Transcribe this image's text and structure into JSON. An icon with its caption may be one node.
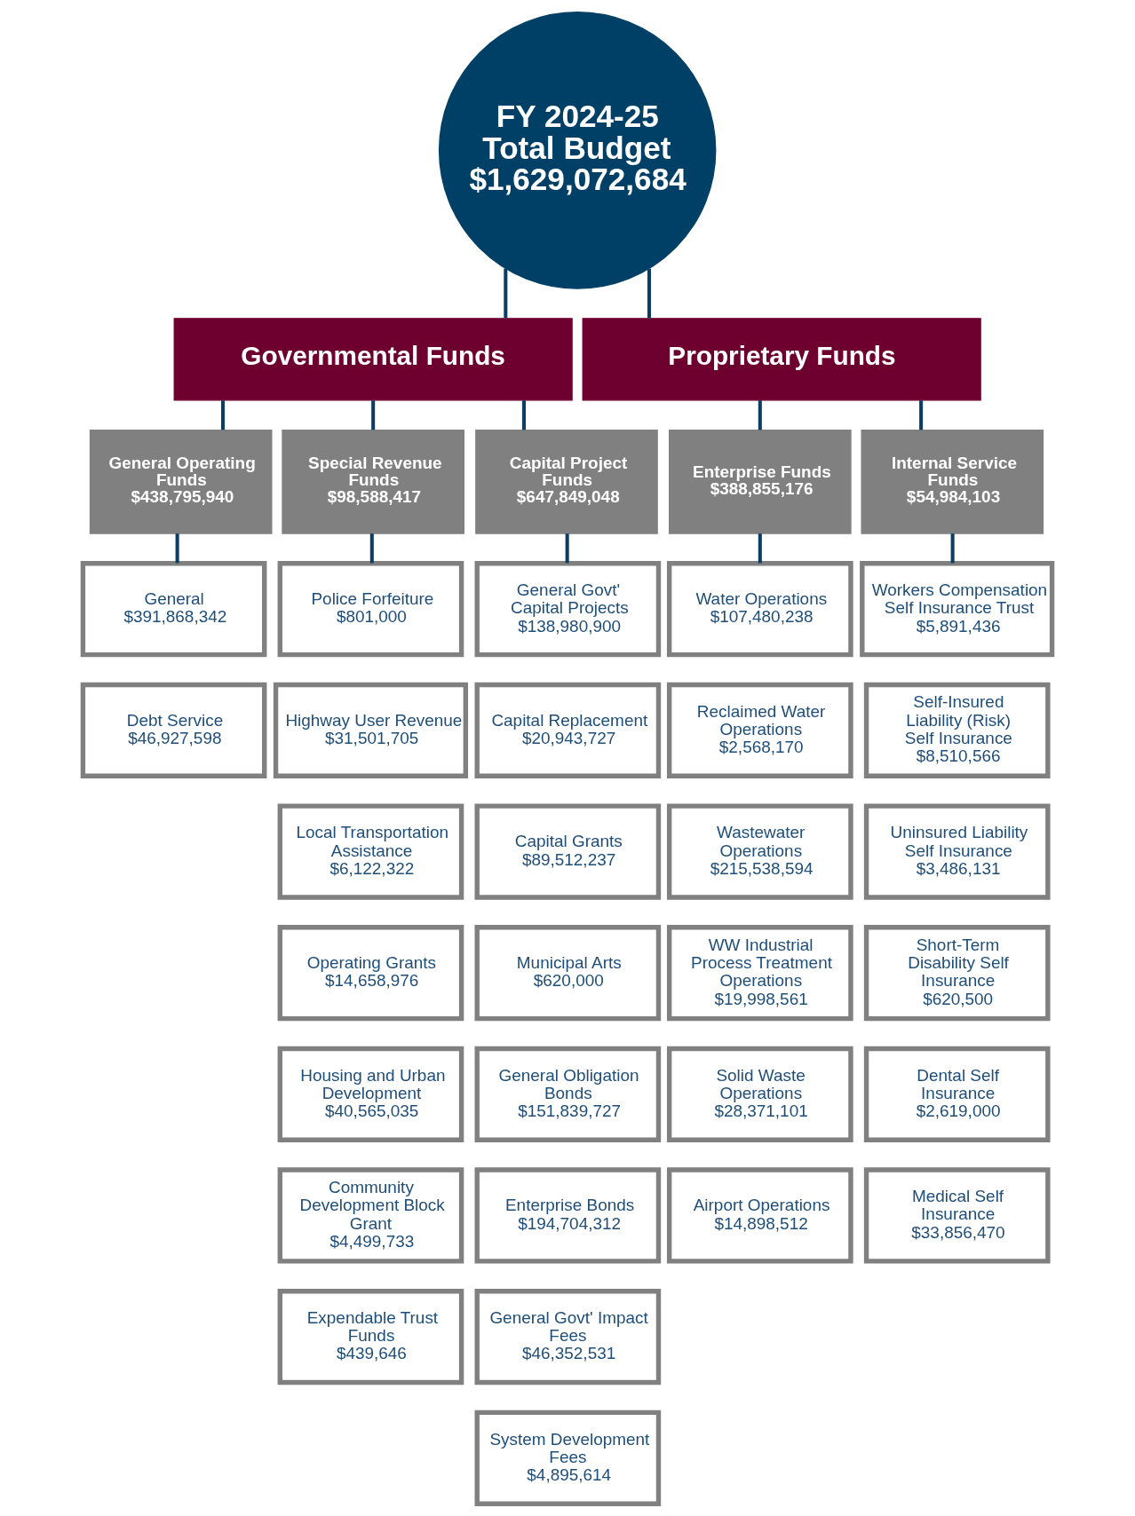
{
  "diagram": {
    "nodes": [
      {
        "text": [
          "FY 2024-25 Total Budget",
          "$1,629,072,684"
        ]
      },
      {
        "text": [
          "Governmental Funds"
        ]
      },
      {
        "text": [
          "Proprietary Funds"
        ]
      },
      {
        "text": [
          "General Operating Funds",
          "$438,795,940"
        ]
      },
      {
        "text": [
          "Special Revenue Funds",
          "$98,588,417"
        ]
      },
      {
        "text": [
          "Capital Project Funds",
          "$647,849,048"
        ]
      },
      {
        "text": [
          "Enterprise Funds",
          "$388,855,176"
        ]
      },
      {
        "text": [
          "Internal Service Funds",
          "$54,984,103"
        ]
      },
      {
        "text": [
          "General",
          "$391,868,342"
        ]
      },
      {
        "text": [
          "Debt Service",
          "$46,927,598"
        ]
      },
      {
        "text": [
          "Police Forfeiture",
          "$801,000"
        ]
      },
      {
        "text": [
          "Highway User Revenue",
          "$31,501,705"
        ]
      },
      {
        "text": [
          "Local Transportation Assistance",
          "$6,122,322"
        ]
      },
      {
        "text": [
          "Operating Grants",
          "$14,658,976"
        ]
      },
      {
        "text": [
          "Housing and Urban Development",
          "$40,565,035"
        ]
      },
      {
        "text": [
          "Community Development Block Grant",
          "$4,499,733"
        ]
      },
      {
        "text": [
          "Expendable Trust Funds",
          "$439,646"
        ]
      },
      {
        "text": [
          "General Govt' Capital Projects",
          "$138,980,900"
        ]
      },
      {
        "text": [
          "Capital Replacement",
          "$20,943,727"
        ]
      },
      {
        "text": [
          "Capital Grants",
          "$89,512,237"
        ]
      },
      {
        "text": [
          "Municipal Arts",
          "$620,000"
        ]
      },
      {
        "text": [
          "General Obligation Bonds",
          "$151,839,727"
        ]
      },
      {
        "text": [
          "Enterprise Bonds",
          "$194,704,312"
        ]
      },
      {
        "text": [
          "General Govt' Impact Fees",
          "$46,352,531"
        ]
      },
      {
        "text": [
          "System Development Fees",
          "$4,895,614"
        ]
      },
      {
        "text": [
          "Water Operations",
          "$107,480,238"
        ]
      },
      {
        "text": [
          "Reclaimed Water Operations",
          "$2,568,170"
        ]
      },
      {
        "text": [
          "Wastewater Operations",
          "$215,538,594"
        ]
      },
      {
        "text": [
          "WW Industrial Process Treatment Operations",
          "$19,998,561"
        ]
      },
      {
        "text": [
          "Solid Waste Operations",
          "$28,371,101"
        ]
      },
      {
        "text": [
          "Airport Operations",
          "$14,898,512"
        ]
      },
      {
        "text": [
          "Workers Compensation Self Insurance Trust",
          "$5,891,436"
        ]
      },
      {
        "text": [
          "Self-Insured Liability (Risk) Self Insurance",
          "$8,510,566"
        ]
      },
      {
        "text": [
          "Uninsured Liability Self Insurance",
          "$3,486,131"
        ]
      },
      {
        "text": [
          "Short-Term Disability Self Insurance",
          "$620,500"
        ]
      },
      {
        "text": [
          "Dental Self Insurance",
          "$2,619,000"
        ]
      },
      {
        "text": [
          "Medical Self Insurance",
          "$33,856,470"
        ]
      }
    ],
    "edges": [
      {
        "from": 0,
        "to": 1,
        "arrow": "none"
      },
      {
        "from": 0,
        "to": 2,
        "arrow": "none"
      },
      {
        "from": 1,
        "to": 3,
        "arrow": "none"
      },
      {
        "from": 1,
        "to": 4,
        "arrow": "none"
      },
      {
        "from": 1,
        "to": 5,
        "arrow": "none"
      },
      {
        "from": 2,
        "to": 6,
        "arrow": "none"
      },
      {
        "from": 2,
        "to": 7,
        "arrow": "none"
      },
      {
        "from": 3,
        "to": 8,
        "arrow": "none"
      },
      {
        "from": 4,
        "to": 10,
        "arrow": "none"
      },
      {
        "from": 5,
        "to": 17,
        "arrow": "none"
      },
      {
        "from": 6,
        "to": 25,
        "arrow": "none"
      },
      {
        "from": 7,
        "to": 31,
        "arrow": "none"
      }
    ]
  }
}
